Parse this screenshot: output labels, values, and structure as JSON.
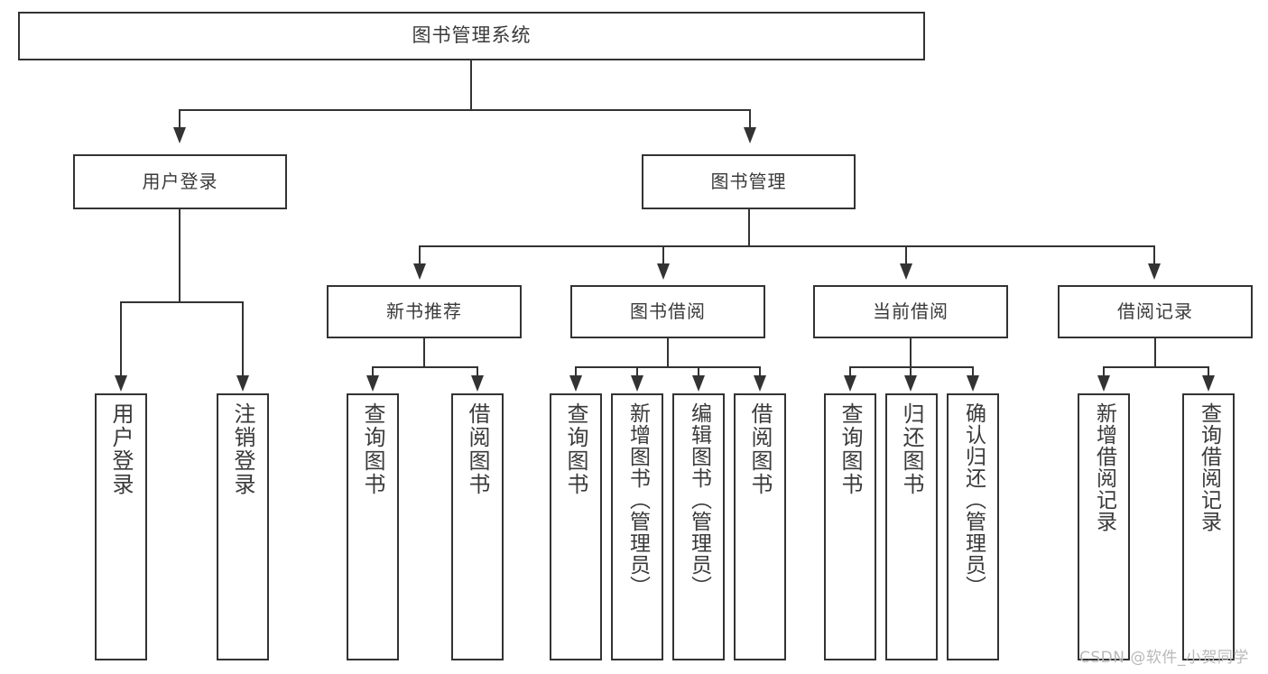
{
  "diagram": {
    "type": "tree-hierarchy-chart",
    "title": "图书管理系统",
    "background_color": "#ffffff",
    "line_color": "#333333",
    "text_color": "#3a3a3a"
  },
  "root": {
    "label": "图书管理系统"
  },
  "level2": [
    {
      "label": "用户登录"
    },
    {
      "label": "图书管理"
    }
  ],
  "level3": [
    {
      "label": "新书推荐"
    },
    {
      "label": "图书借阅"
    },
    {
      "label": "当前借阅"
    },
    {
      "label": "借阅记录"
    }
  ],
  "leaves": {
    "user_login": [
      {
        "label": "用户登录"
      },
      {
        "label": "注销登录"
      }
    ],
    "new_book_recommend": [
      {
        "label": "查询图书"
      },
      {
        "label": "借阅图书"
      }
    ],
    "book_borrow": [
      {
        "label": "查询图书"
      },
      {
        "label": "新增图书（管理员）"
      },
      {
        "label": "编辑图书（管理员）"
      },
      {
        "label": "借阅图书"
      }
    ],
    "current_borrow": [
      {
        "label": "查询图书"
      },
      {
        "label": "归还图书"
      },
      {
        "label": "确认归还（管理员）"
      }
    ],
    "borrow_record": [
      {
        "label": "新增借阅记录"
      },
      {
        "label": "查询借阅记录"
      }
    ]
  },
  "watermark": {
    "text": "CSDN @软件_小贺同学"
  }
}
